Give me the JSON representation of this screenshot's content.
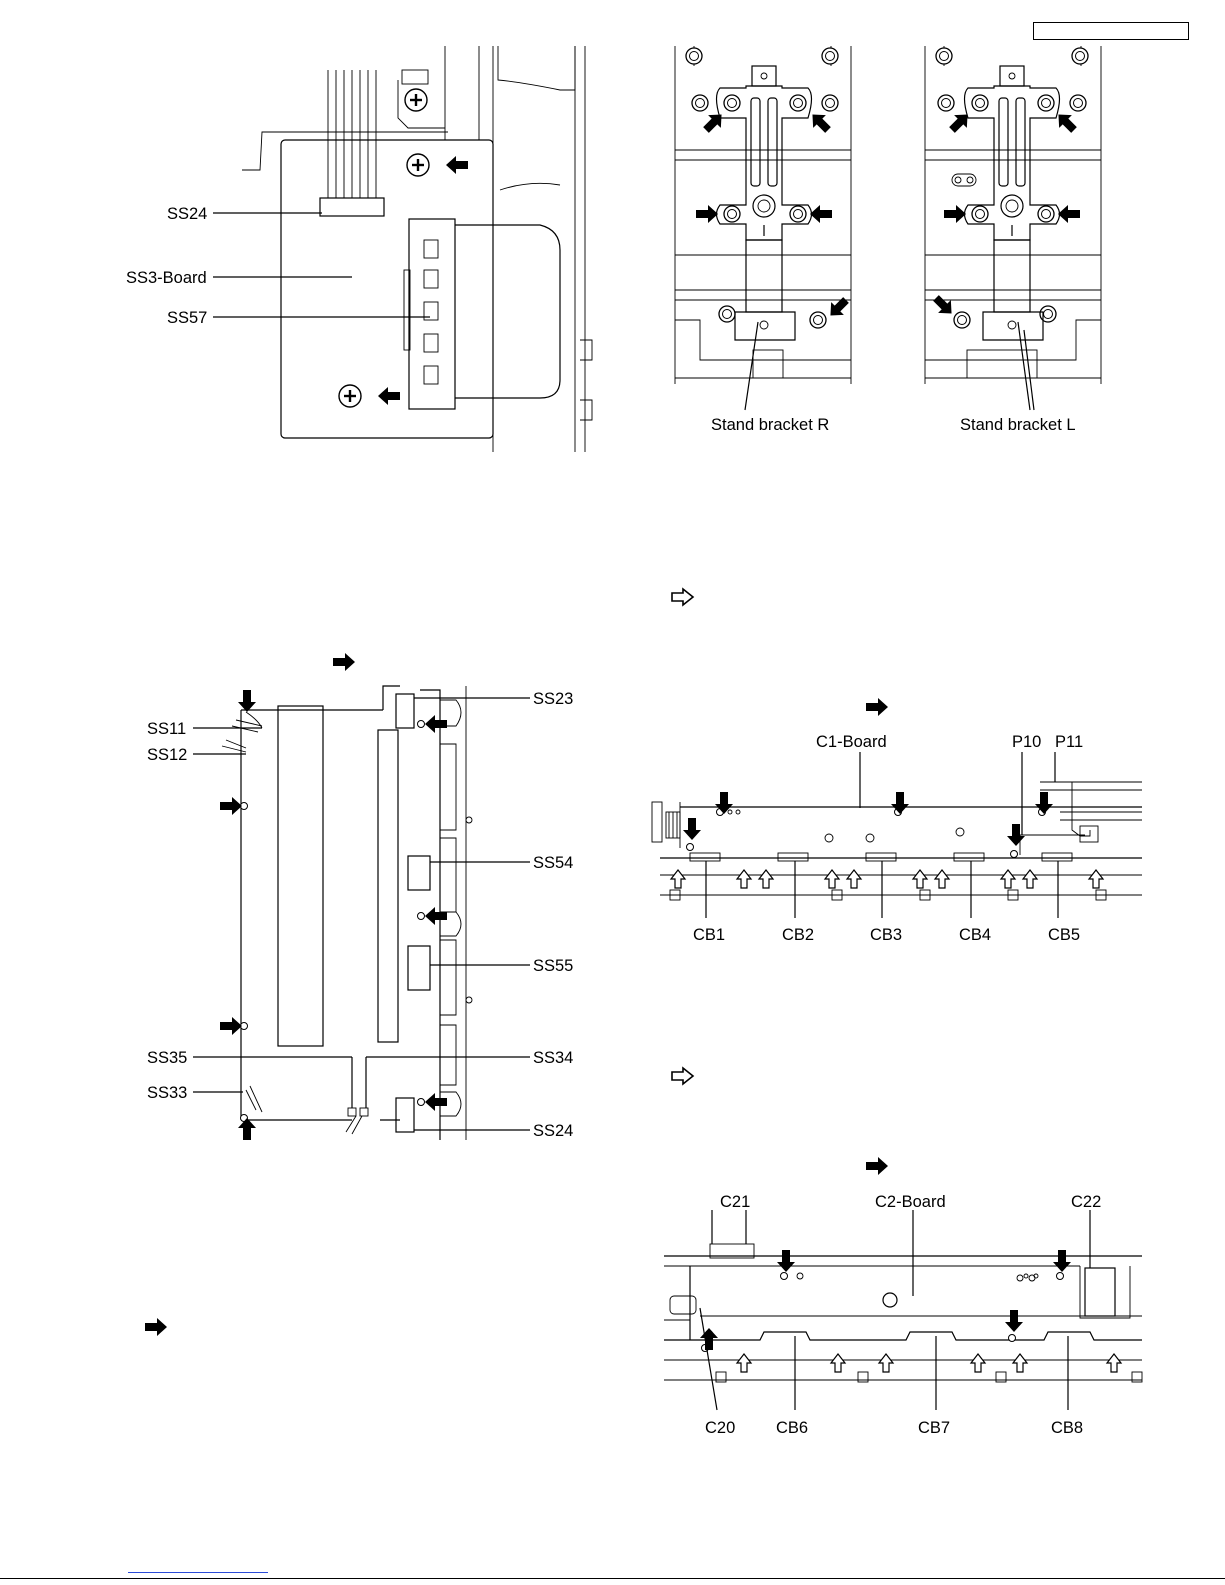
{
  "labels": {
    "ss3": {
      "ss24": "SS24",
      "board": "SS3-Board",
      "ss57": "SS57"
    },
    "stand": {
      "r": "Stand bracket R",
      "l": "Stand bracket L"
    },
    "ss": {
      "ss11": "SS11",
      "ss12": "SS12",
      "ss23": "SS23",
      "ss54": "SS54",
      "ss55": "SS55",
      "ss35": "SS35",
      "ss34": "SS34",
      "ss33": "SS33",
      "ss24": "SS24"
    },
    "c1": {
      "board": "C1-Board",
      "p10": "P10",
      "p11": "P11",
      "cb1": "CB1",
      "cb2": "CB2",
      "cb3": "CB3",
      "cb4": "CB4",
      "cb5": "CB5"
    },
    "c2": {
      "c21": "C21",
      "board": "C2-Board",
      "c22": "C22",
      "c20": "C20",
      "cb6": "CB6",
      "cb7": "CB7",
      "cb8": "CB8"
    }
  }
}
